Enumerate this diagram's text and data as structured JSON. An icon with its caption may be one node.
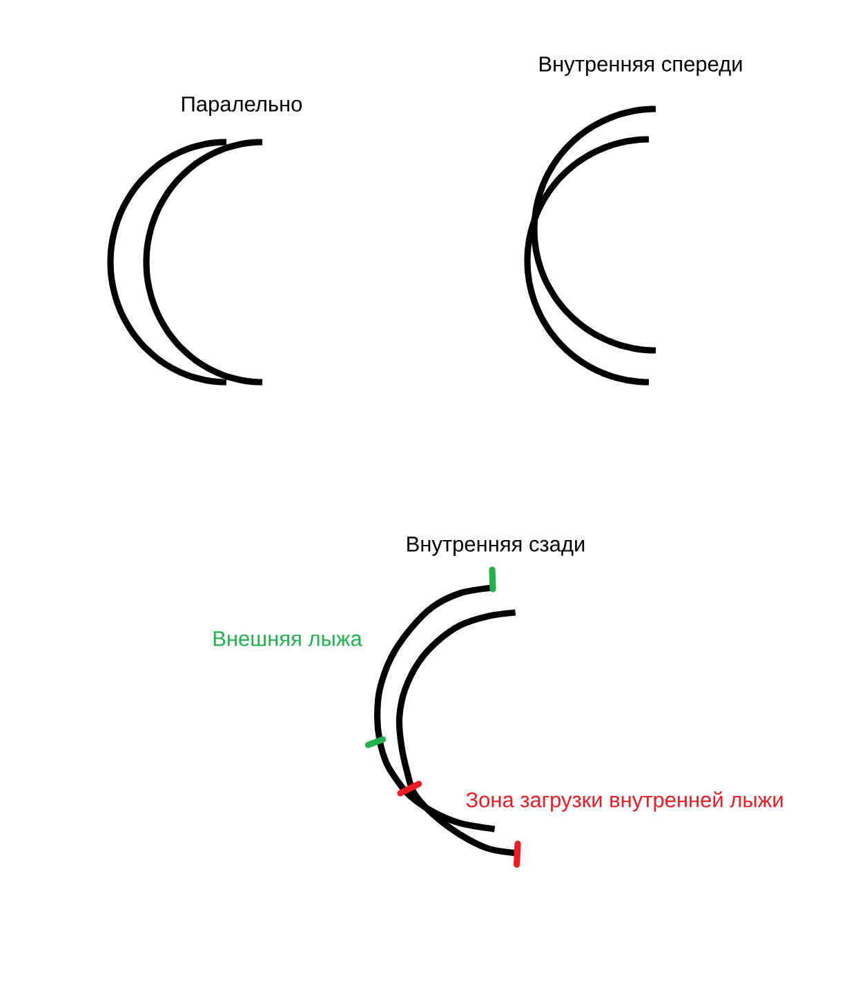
{
  "diagram": {
    "labels": [
      "Паралельно",
      "Внутренняя спереди",
      "Внутренняя сзади",
      "Внешняя лыжа",
      "Зона загрузки внутренней лыжи"
    ]
  }
}
